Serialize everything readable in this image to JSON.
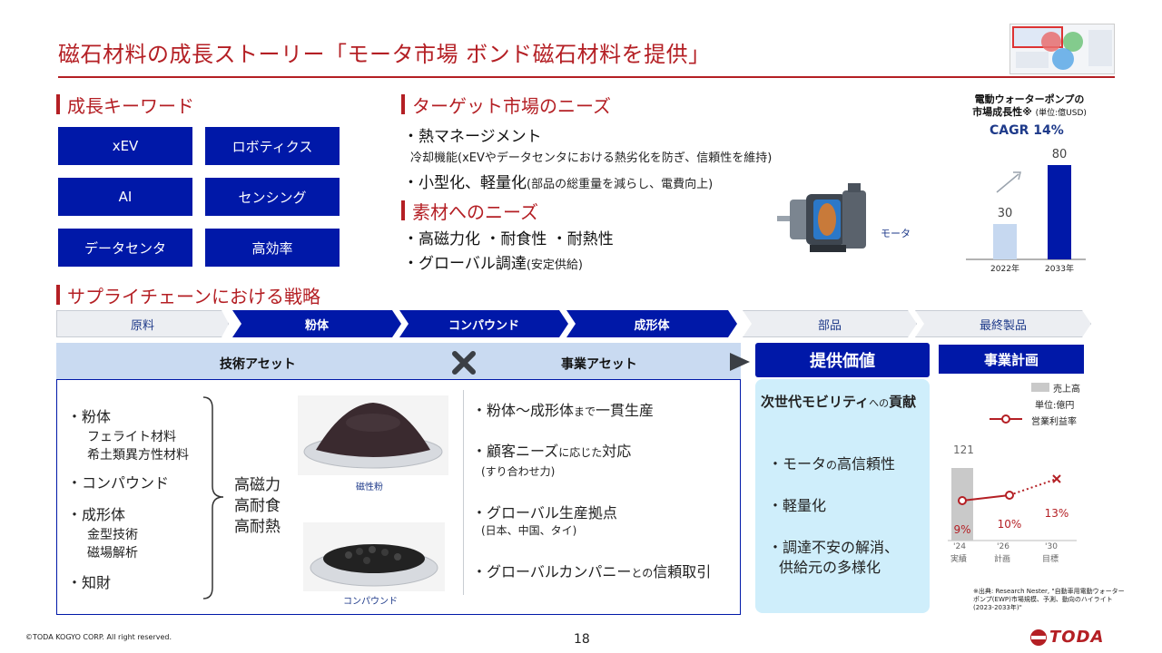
{
  "title": "磁石材料の成長ストーリー「モータ市場 ボンド磁石材料を提供」",
  "keywords": {
    "heading": "成長キーワード",
    "items": [
      "xEV",
      "ロボティクス",
      "AI",
      "センシング",
      "データセンタ",
      "高効率"
    ]
  },
  "target": {
    "heading": "ターゲット市場のニーズ",
    "line1": "・熱マネージメント",
    "line1_sub": "冷却機能(xEVやデータセンタにおける熱劣化を防ぎ、信頼性を維持)",
    "line2": "・小型化、軽量化",
    "line2_note": "(部品の総重量を減らし、電費向上)"
  },
  "material": {
    "heading": "素材へのニーズ",
    "line1": "・高磁力化 ・耐食性 ・耐熱性",
    "line2": "・グローバル調達",
    "line2_note": "(安定供給)"
  },
  "motor_label": "モータ",
  "market_chart": {
    "title_line1": "電動ウォーターポンプの",
    "title_line2": "市場成長性※",
    "unit": "(単位:億USD)",
    "cagr": "CAGR 14%"
  },
  "chart_data": [
    {
      "type": "bar",
      "categories": [
        "2022年",
        "2033年"
      ],
      "values": [
        30,
        80
      ],
      "colors": [
        "#c6d8f0",
        "#0018a8"
      ],
      "ylim": [
        0,
        80
      ]
    },
    {
      "type": "bar+line",
      "categories": [
        "'24 実績",
        "'26 計画",
        "'30 目標"
      ],
      "bar_series": {
        "name": "売上高",
        "values": [
          121,
          null,
          null
        ]
      },
      "line_series": {
        "name": "営業利益率",
        "values": [
          9,
          10,
          13
        ],
        "labels": [
          "9%",
          "10%",
          "13%"
        ],
        "projected_from": 1
      },
      "unit": "単位:億円"
    }
  ],
  "supply": {
    "heading": "サプライチェーンにおける戦略",
    "steps": [
      "原料",
      "粉体",
      "コンパウンド",
      "成形体",
      "部品",
      "最終製品"
    ]
  },
  "assets": {
    "tech": "技術アセット",
    "biz": "事業アセット",
    "tech_items": {
      "powder": "・粉体",
      "ferrite": "フェライト材料",
      "rare": "希土類異方性材料",
      "compound": "・コンパウンド",
      "molded": "・成形体",
      "mold": "金型技術",
      "field": "磁場解析",
      "ip": "・知財"
    },
    "props": [
      "高磁力",
      "高耐食",
      "高耐熱"
    ],
    "photo1_label": "磁性粉",
    "photo2_label": "コンパウンド",
    "biz_items": {
      "b1a": "・粉体〜成形体",
      "b1b": "まで",
      "b1c": "一貫生産",
      "b2a": "・顧客ニーズ",
      "b2b": "に応じた",
      "b2c": "対応",
      "b2_sub": "(すり合わせ力)",
      "b3": "・グローバル生産拠点",
      "b3_sub": "(日本、中国、タイ)",
      "b4a": "・グローバルカンパニー",
      "b4b": "との",
      "b4c": "信頼取引"
    }
  },
  "value": {
    "heading": "提供価値",
    "sub_a": "次世代モビリティ",
    "sub_b": "への",
    "sub_c": "貢献",
    "item1a": "・モータ",
    "item1b": "の",
    "item1c": "高信頼性",
    "item2": "・軽量化",
    "item3a": "・調達不安の解消、",
    "item3b": "供給元の多様化"
  },
  "plan": {
    "heading": "事業計画",
    "legend_bar": "売上高",
    "unit": "単位:億円",
    "legend_line": "営業利益率",
    "bar_label": "121",
    "x1a": "'24",
    "x1b": "実績",
    "x2a": "'26",
    "x2b": "計画",
    "x3a": "'30",
    "x3b": "目標"
  },
  "source": "※出典: Research Nester, \"自動車用電動ウォーターポンプ(EWP)市場規模、予測、動向のハイライト(2023-2033年)\"",
  "footer": {
    "copyright": "©TODA KOGYO CORP. All right reserved.",
    "page": "18",
    "logo": "TODA"
  },
  "colors": {
    "brand_red": "#b41f24",
    "brand_blue": "#0018a8",
    "light_blue": "#cfeefb"
  }
}
